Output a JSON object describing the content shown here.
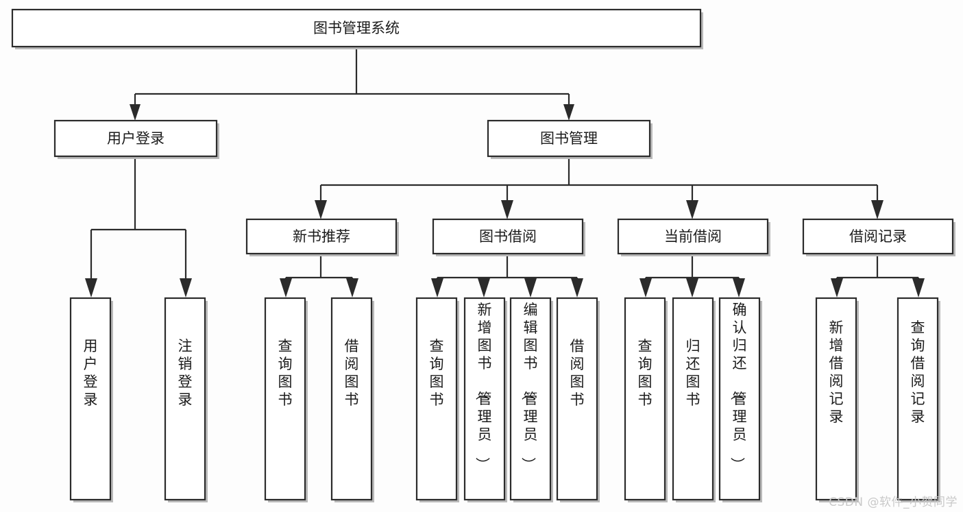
{
  "diagram": {
    "title": "图书管理系统",
    "type": "tree-hierarchy",
    "orientation": "top-down",
    "colors": {
      "background": "#fdfdfd",
      "node_fill": "#ffffff",
      "line": "#2b2b2b",
      "text": "#1b1b1b",
      "shadow": "#b9b9b9",
      "watermark": "#c9c9c9"
    },
    "root": {
      "label": "图书管理系统"
    },
    "level2": [
      {
        "label": "用户登录"
      },
      {
        "label": "图书管理"
      }
    ],
    "level3": [
      {
        "label": "新书推荐"
      },
      {
        "label": "图书借阅"
      },
      {
        "label": "当前借阅"
      },
      {
        "label": "借阅记录"
      }
    ],
    "leaves": {
      "user_login": [
        {
          "label": "用户登录"
        },
        {
          "label": "注销登录"
        }
      ],
      "new_book_recommend": [
        {
          "label": "查询图书"
        },
        {
          "label": "借阅图书"
        }
      ],
      "book_borrow": [
        {
          "label": "查询图书"
        },
        {
          "label": "新增图书（管理员）"
        },
        {
          "label": "编辑图书（管理员）"
        },
        {
          "label": "借阅图书"
        }
      ],
      "current_borrow": [
        {
          "label": "查询图书"
        },
        {
          "label": "归还图书"
        },
        {
          "label": "确认归还（管理员）"
        }
      ],
      "borrow_record": [
        {
          "label": "新增借阅记录"
        },
        {
          "label": "查询借阅记录"
        }
      ]
    }
  },
  "watermark": {
    "text": "CSDN @软件_小贺同学"
  }
}
